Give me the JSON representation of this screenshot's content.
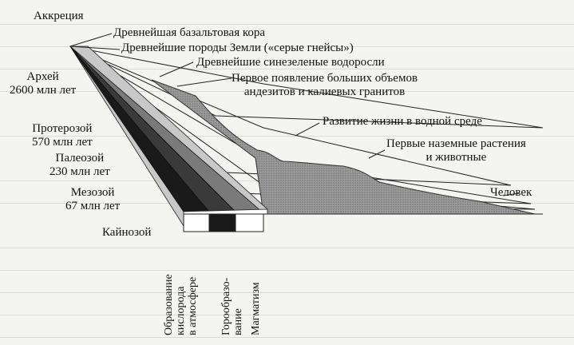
{
  "labels": {
    "accretion": "Аккреция",
    "basalt_crust": "Древнейшая базальтовая кора",
    "gneisses": "Древнейшие породы Земли («серые гнейсы»)",
    "cyanobacteria": "Древнейшие синезеленые водоросли",
    "andesites_line1": "Первое появление больших объемов",
    "andesites_line2": "андезитов и калиевых гранитов",
    "water_life": "Развитие жизни в водной среде",
    "land_plants_line1": "Первые наземные растения",
    "land_plants_line2": "и животные",
    "human": "Человек"
  },
  "eras": {
    "archean_name": "Архей",
    "archean_age": "2600 млн лет",
    "proterozoic_name": "Протерозой",
    "proterozoic_age": "570 млн лет",
    "paleozoic_name": "Палеозой",
    "paleozoic_age": "230 млн лет",
    "mesozoic_name": "Мезозой",
    "mesozoic_age": "67 млн лет",
    "cenozoic_name": "Кайнозой"
  },
  "columns": {
    "oxygen": "Образование\nкислорода\nв атмосфере",
    "mountain": "Горообразо-\nвание",
    "magmatism": "Магматизм"
  },
  "colors": {
    "black_band": "#1a1a1a",
    "dark_band": "#3a3a3a",
    "grey_band": "#7a7a7a",
    "light_band": "#c8c8c8",
    "life_fill": "#8c8c8c",
    "background": "#f4f4f1"
  }
}
